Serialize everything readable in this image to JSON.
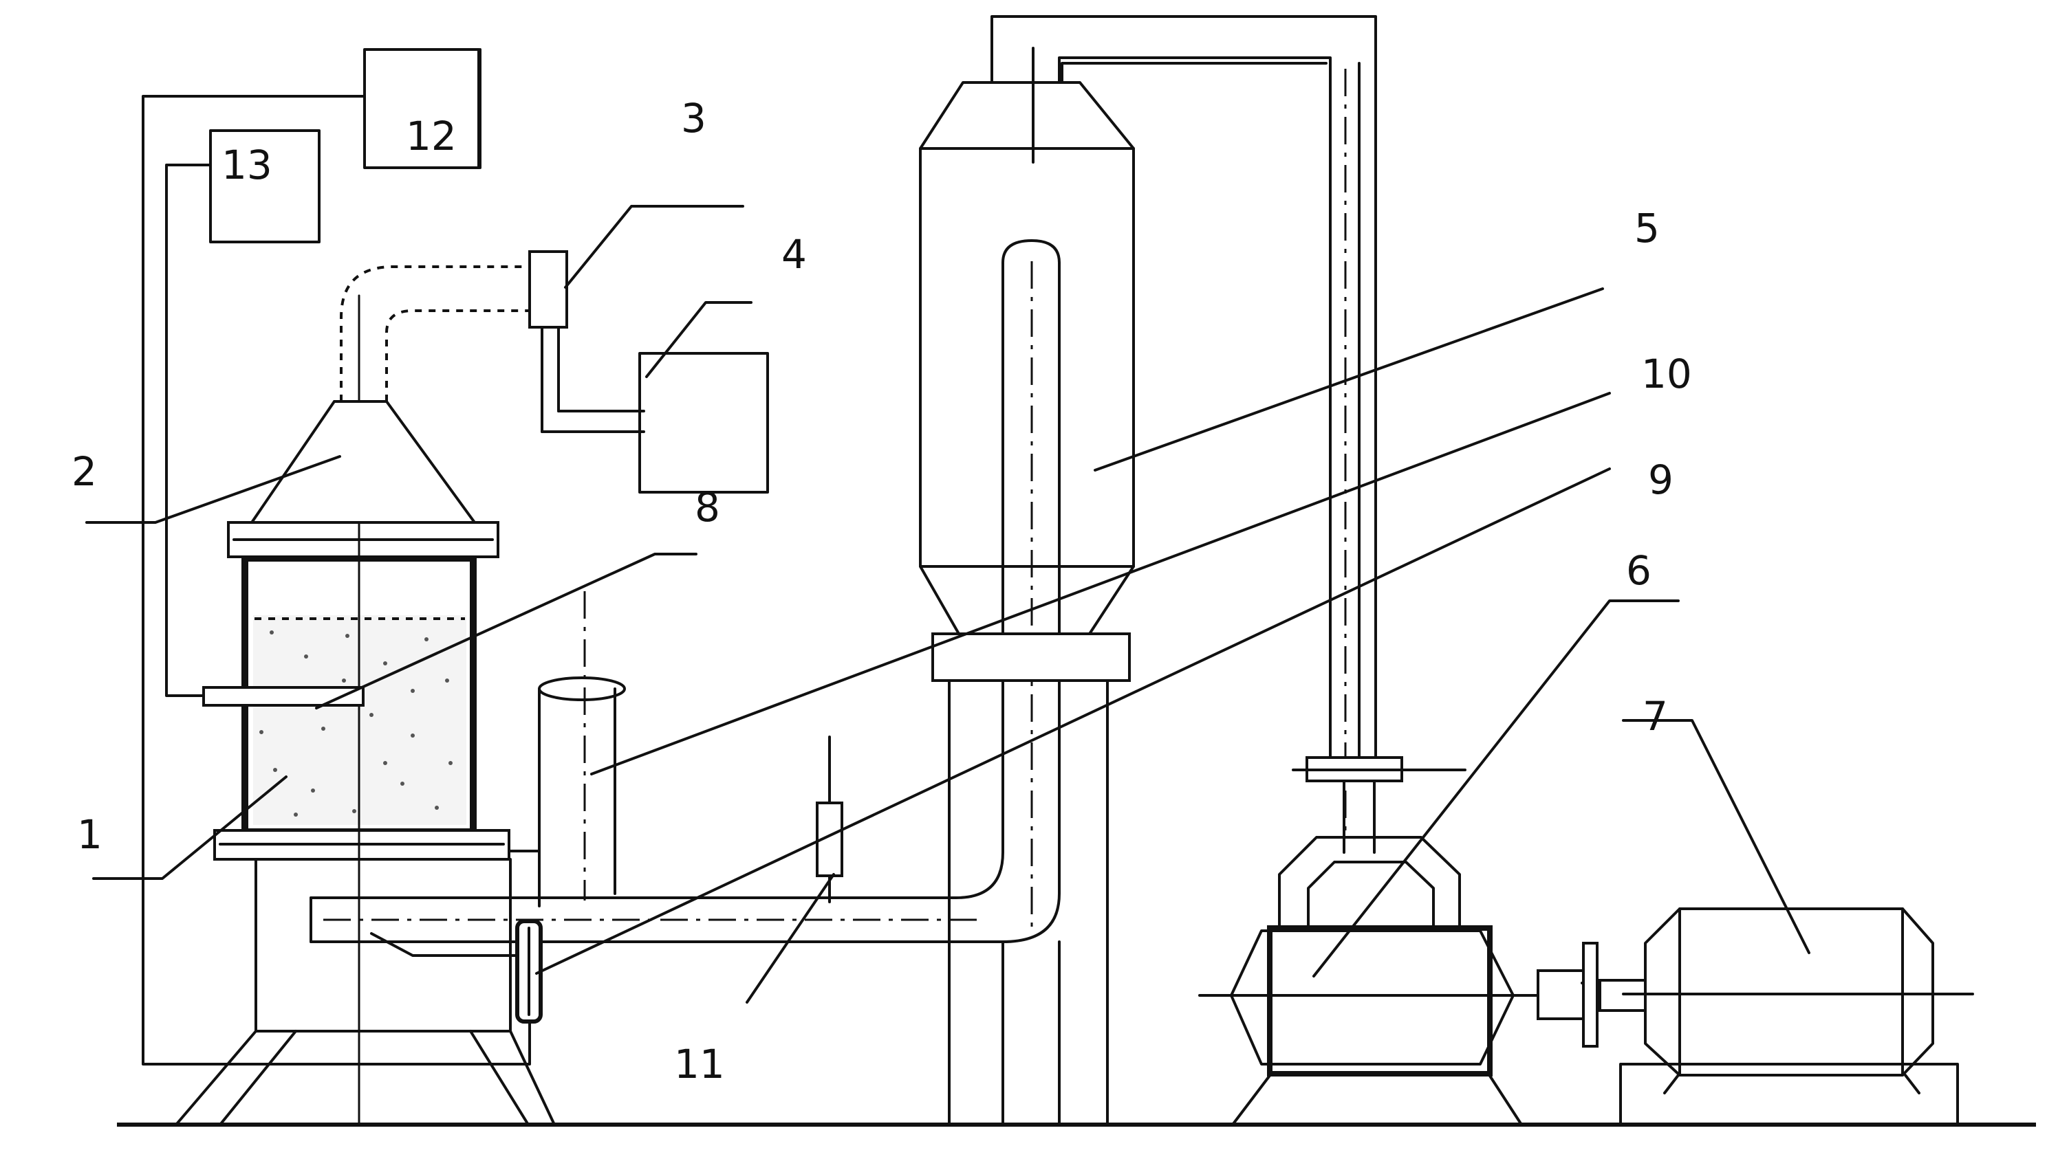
{
  "diagram": {
    "labels": {
      "l1": "1",
      "l2": "2",
      "l3": "3",
      "l4": "4",
      "l5": "5",
      "l6": "6",
      "l7": "7",
      "l8": "8",
      "l9": "9",
      "l10": "10",
      "l11": "11",
      "l12": "12",
      "l13": "13"
    },
    "line_color": "#111111",
    "background": "#ffffff"
  }
}
